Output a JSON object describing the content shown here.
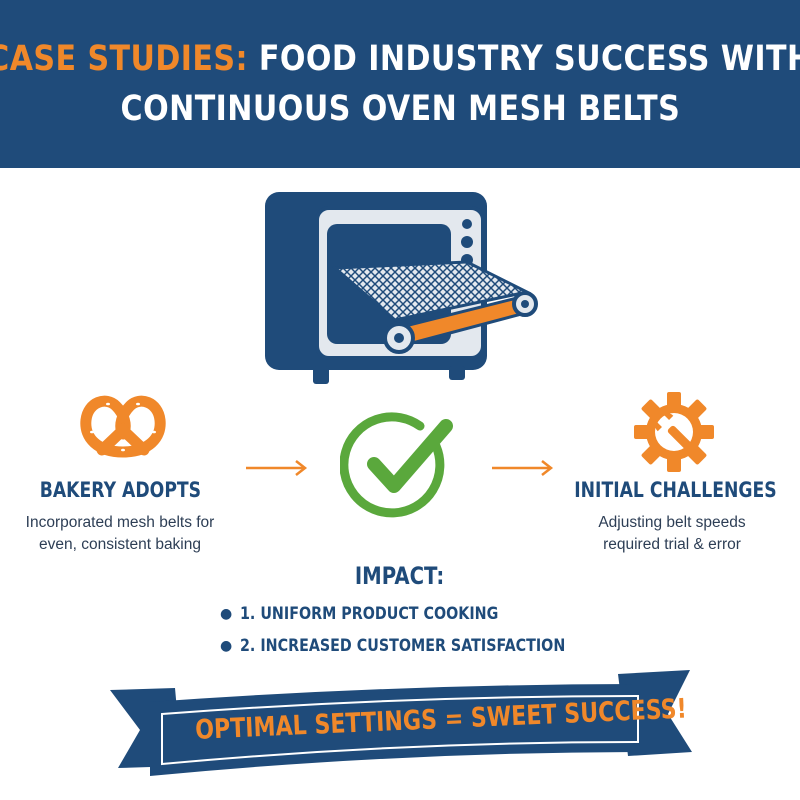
{
  "header": {
    "title_accent": "CASE STUDIES:",
    "title_rest_line1": "FOOD INDUSTRY SUCCESS WITH",
    "title_line2": "CONTINUOUS OVEN MESH BELTS"
  },
  "steps": [
    {
      "title": "BAKERY ADOPTS",
      "desc_line1": "Incorporated mesh belts for",
      "desc_line2": "even, consistent baking",
      "icon": "pretzel-icon"
    },
    {
      "title": "INITIAL CHALLENGES",
      "desc_line1": "Adjusting belt speeds",
      "desc_line2": "required trial & error",
      "icon": "gear-wrench-icon"
    }
  ],
  "center_icon": "checkmark-circle-icon",
  "impact": {
    "title": "IMPACT:",
    "items": [
      "1. UNIFORM PRODUCT COOKING",
      "2. INCREASED CUSTOMER SATISFACTION"
    ]
  },
  "banner": {
    "text": "OPTIMAL SETTINGS = SWEET SUCCESS!"
  },
  "colors": {
    "navy": "#1f4b7a",
    "orange": "#f0882a",
    "green": "#5aa83c",
    "white": "#ffffff"
  }
}
